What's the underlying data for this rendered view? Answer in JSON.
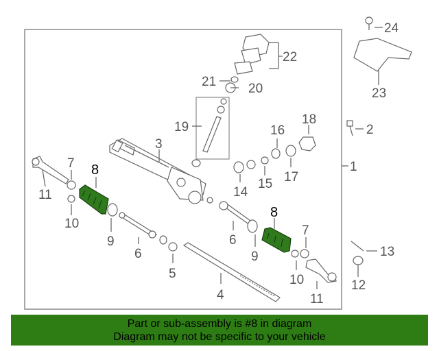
{
  "callouts": {
    "c1": "1",
    "c2": "2",
    "c3": "3",
    "c4": "4",
    "c5": "5",
    "c6a": "6",
    "c6b": "6",
    "c7a": "7",
    "c7b": "7",
    "c8a": "8",
    "c8b": "8",
    "c9a": "9",
    "c9b": "9",
    "c10a": "10",
    "c10b": "10",
    "c11a": "11",
    "c11b": "11",
    "c12": "12",
    "c13": "13",
    "c14": "14",
    "c15": "15",
    "c16": "16",
    "c17": "17",
    "c18": "18",
    "c19": "19",
    "c20": "20",
    "c21": "21",
    "c22": "22",
    "c23": "23",
    "c24": "24"
  },
  "banner": {
    "line1": "Part or sub-assembly is #8 in diagram",
    "line2": "Diagram may not be specific to your vehicle"
  },
  "colors": {
    "highlight": "#2e7d14",
    "boot": "#2f7a1c",
    "line": "#6a6a6a"
  }
}
